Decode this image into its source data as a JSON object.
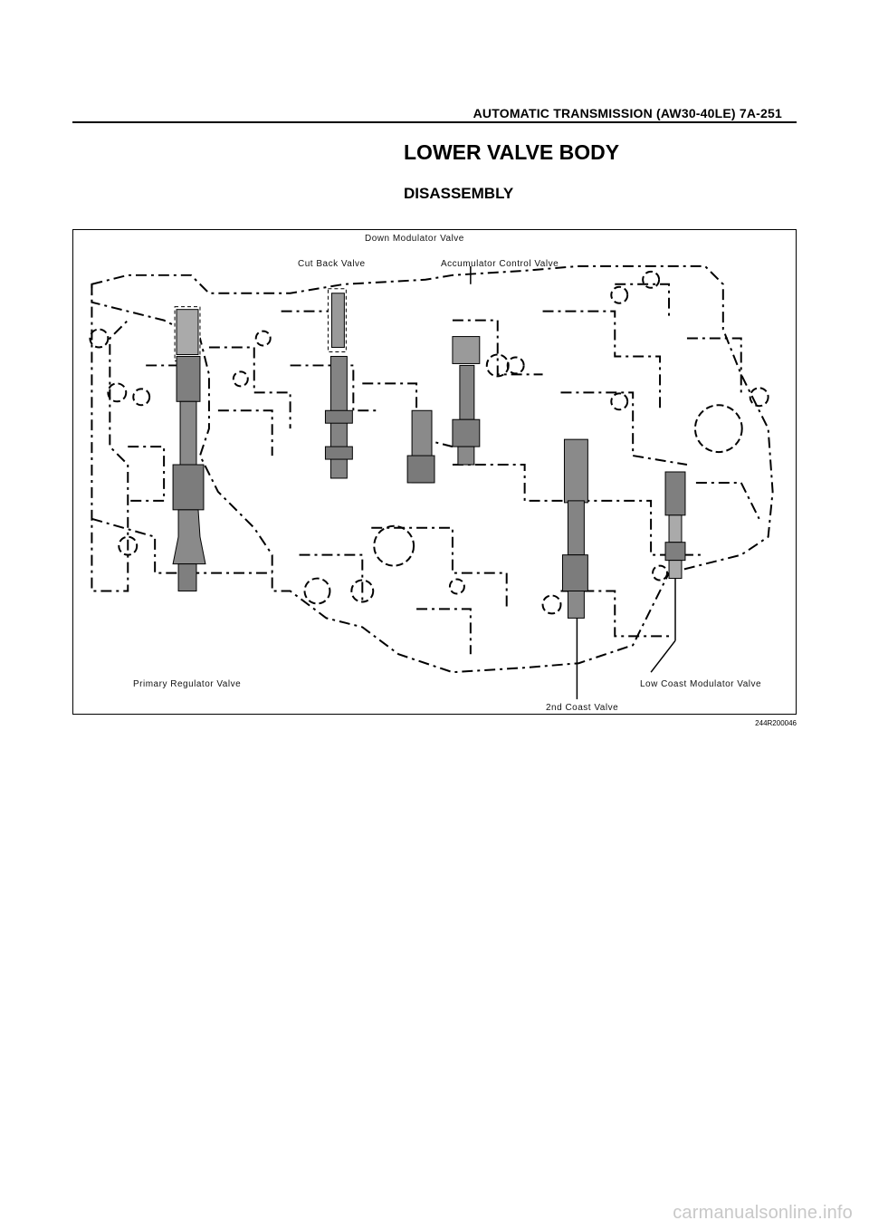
{
  "header": {
    "text": "AUTOMATIC TRANSMISSION (AW30-40LE)  7A-251"
  },
  "title": "LOWER VALVE BODY",
  "subtitle": "DISASSEMBLY",
  "figure": {
    "labels": {
      "l1": "Down Modulator Valve",
      "l2": "Cut Back Valve",
      "l3": "Accumulator Control Valve",
      "l4": "Primary Regulator Valve",
      "l5": "Low Coast Modulator Valve",
      "l6": "2nd Coast Valve"
    },
    "code": "244R200046"
  },
  "watermark": "carmanualsonline.info"
}
